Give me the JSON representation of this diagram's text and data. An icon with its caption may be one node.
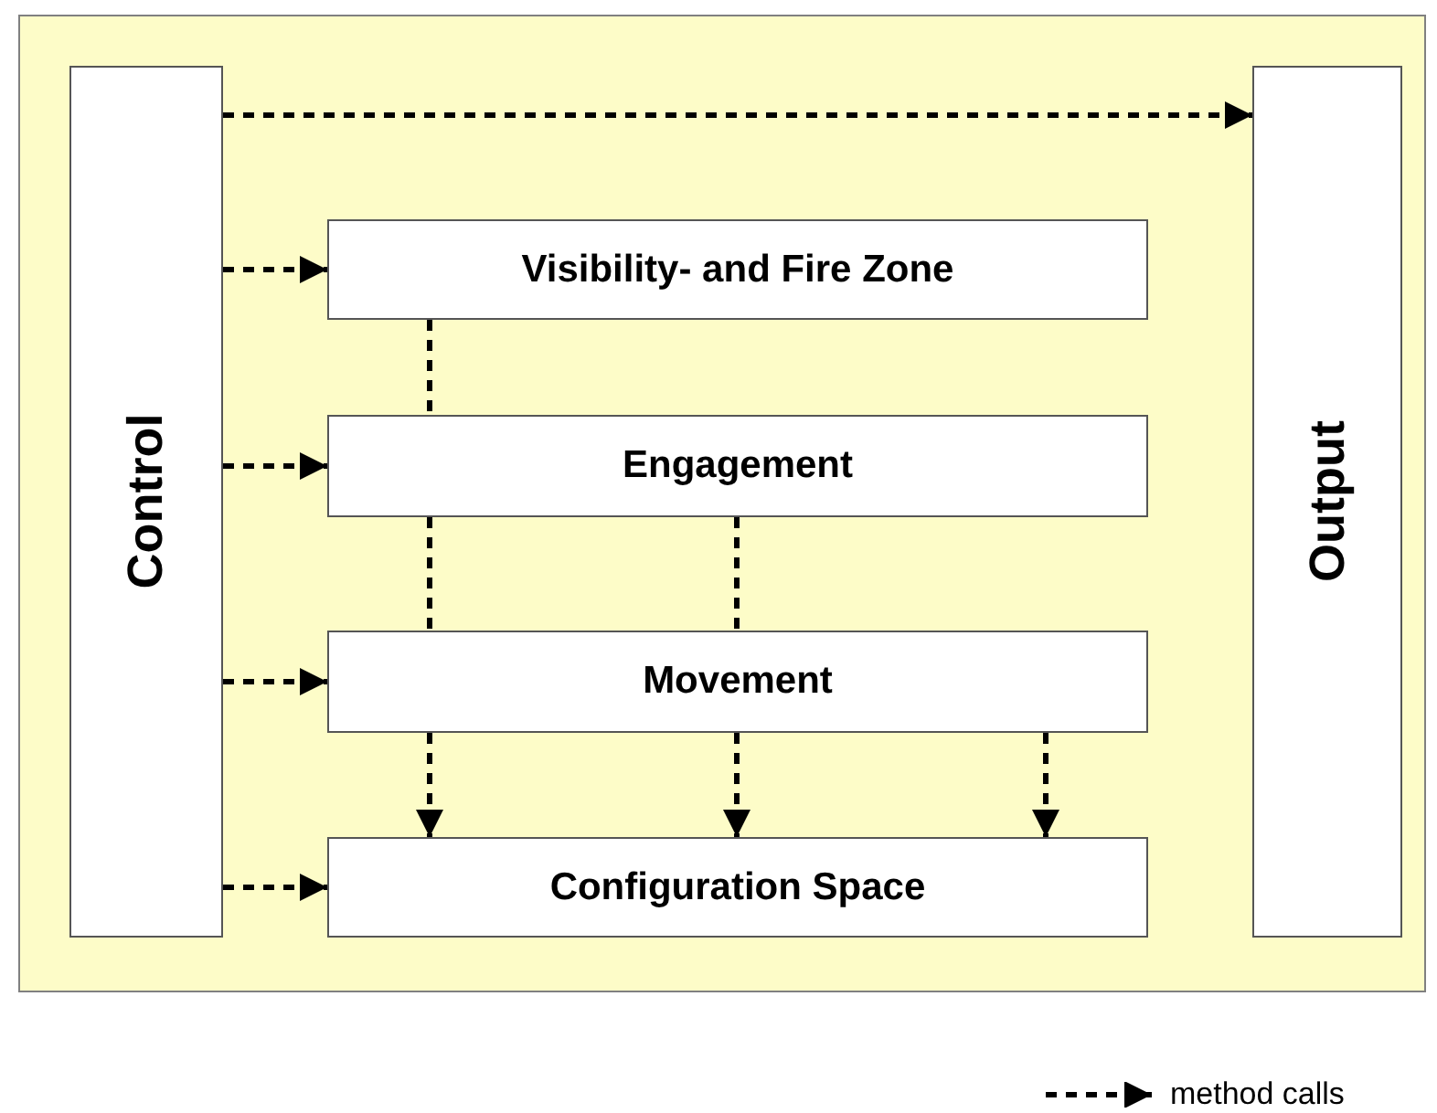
{
  "diagram": {
    "nodes": [
      {
        "text": [
          "Control"
        ]
      },
      {
        "text": [
          "Output"
        ]
      },
      {
        "text": [
          "Visibility- and Fire Zone"
        ]
      },
      {
        "text": [
          "Engagement"
        ]
      },
      {
        "text": [
          "Movement"
        ]
      },
      {
        "text": [
          "Configuration Space"
        ]
      }
    ],
    "edges": [
      {
        "from": 0,
        "to": 1,
        "arrow": "to",
        "style": "dashed"
      },
      {
        "from": 0,
        "to": 2,
        "arrow": "to",
        "style": "dashed"
      },
      {
        "from": 0,
        "to": 3,
        "arrow": "to",
        "style": "dashed"
      },
      {
        "from": 0,
        "to": 4,
        "arrow": "to",
        "style": "dashed"
      },
      {
        "from": 0,
        "to": 5,
        "arrow": "to",
        "style": "dashed"
      },
      {
        "from": 2,
        "to": 3,
        "arrow": "none",
        "style": "dashed"
      },
      {
        "from": 3,
        "to": 4,
        "arrow": "none",
        "style": "dashed"
      },
      {
        "from": 3,
        "to": 4,
        "arrow": "none",
        "style": "dashed"
      },
      {
        "from": 4,
        "to": 5,
        "arrow": "to",
        "style": "dashed"
      },
      {
        "from": 4,
        "to": 5,
        "arrow": "to",
        "style": "dashed"
      },
      {
        "from": 4,
        "to": 5,
        "arrow": "to",
        "style": "dashed"
      }
    ],
    "legend": [
      {
        "text": "method calls"
      }
    ]
  }
}
